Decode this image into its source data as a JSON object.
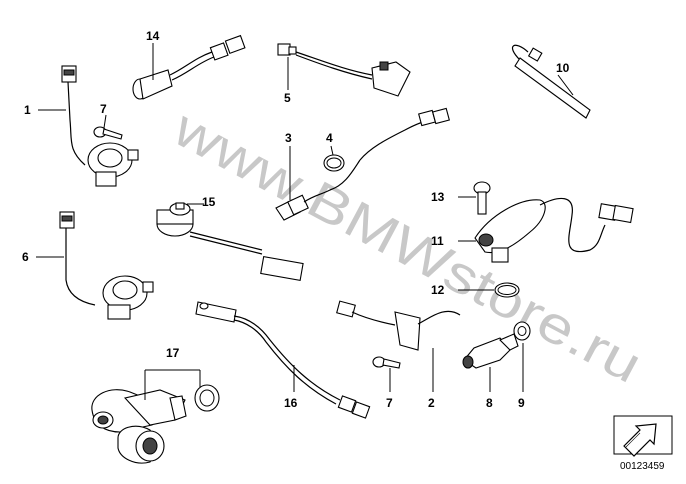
{
  "watermark": "www.BMWstore.ru",
  "diagram_code": "00123459",
  "callouts": {
    "c1": "1",
    "c2": "2",
    "c3": "3",
    "c4": "4",
    "c5": "5",
    "c6": "6",
    "c7a": "7",
    "c7b": "7",
    "c8": "8",
    "c9": "9",
    "c10": "10",
    "c11": "11",
    "c12": "12",
    "c13": "13",
    "c14": "14",
    "c15": "15",
    "c16": "16",
    "c17": "17"
  }
}
